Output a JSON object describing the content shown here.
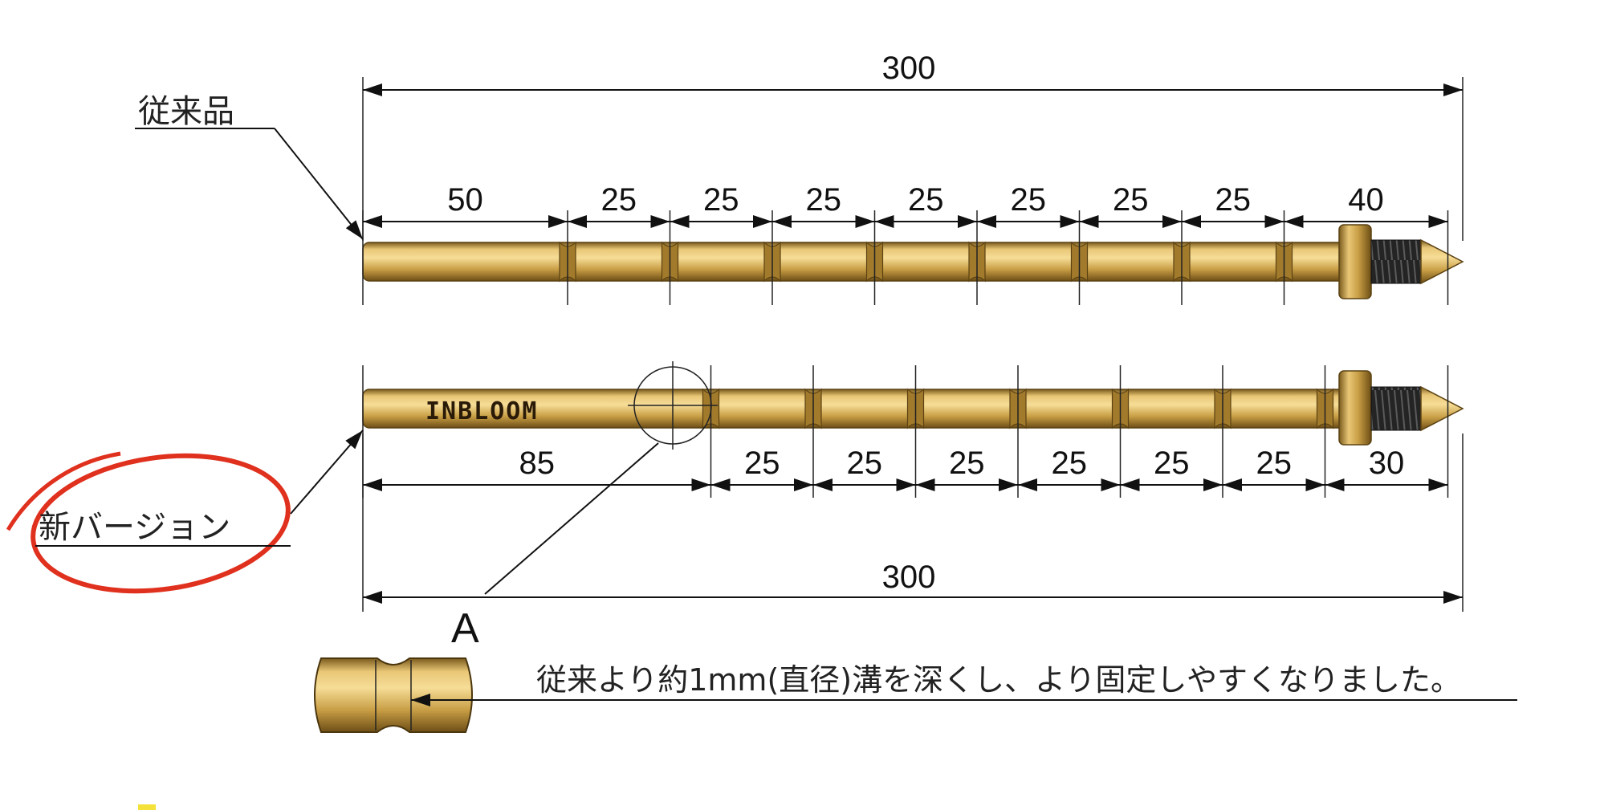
{
  "labels": {
    "old_version": "従来品",
    "new_version": "新バージョン",
    "detail_marker": "A",
    "detail_note": "従来より約1mm(直径)溝を深くし、より固定しやすくなりました。",
    "brand": "INBLOOM"
  },
  "top_rod": {
    "overall_length": "300",
    "segments": [
      "50",
      "25",
      "25",
      "25",
      "25",
      "25",
      "25",
      "25",
      "40"
    ]
  },
  "bottom_rod": {
    "overall_length": "300",
    "segments": [
      "85",
      "25",
      "25",
      "25",
      "25",
      "25",
      "25",
      "30"
    ]
  },
  "colors": {
    "brass_light": "#f3d68a",
    "brass_mid": "#c9a047",
    "brass_dark": "#7a5a1c",
    "thread": "#1e1e1e",
    "highlight_ring": "#e0301e"
  }
}
